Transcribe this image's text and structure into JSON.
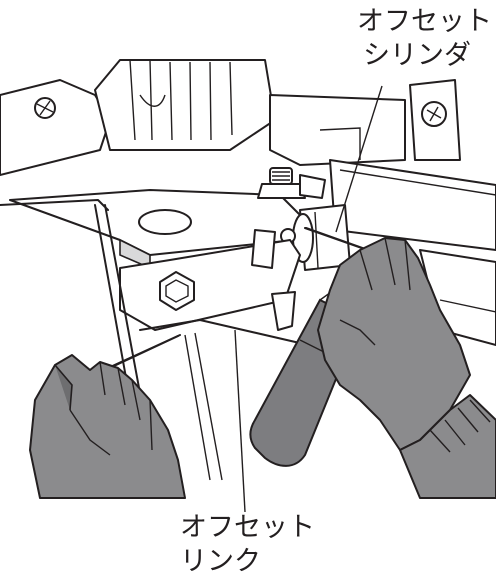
{
  "callouts": {
    "offset_cylinder": {
      "line1": "オフセット",
      "line2": "シリンダ"
    },
    "offset_link": {
      "line1": "オフセット",
      "line2": "リンク"
    }
  },
  "colors": {
    "ink": "#231f20",
    "glove": "#8b8b8d",
    "spray_can": "#7d7d80",
    "background": "#ffffff"
  }
}
